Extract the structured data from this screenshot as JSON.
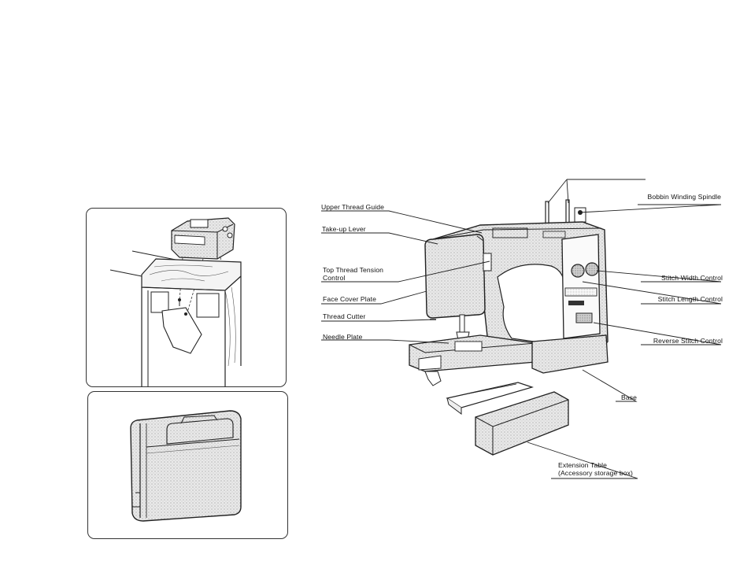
{
  "labels": {
    "upper_thread_guide": "Upper Thread Guide",
    "take_up_lever": "Take-up Lever",
    "top_thread_tension_line1": "Top Thread Tension",
    "top_thread_tension_line2": "Control",
    "face_cover_plate": "Face Cover Plate",
    "thread_cutter": "Thread Cutter",
    "needle_plate": "Needle Plate",
    "bobbin_winding_spindle": "Bobbin Winding Spindle",
    "stitch_width_control": "Stitch Width Control",
    "stitch_length_control": "Stitch Length Control",
    "reverse_stitch_control": "Reverse Stitch Control",
    "base": "Base",
    "extension_table_line1": "Extension Table",
    "extension_table_line2": "(Accessory storage box)"
  }
}
